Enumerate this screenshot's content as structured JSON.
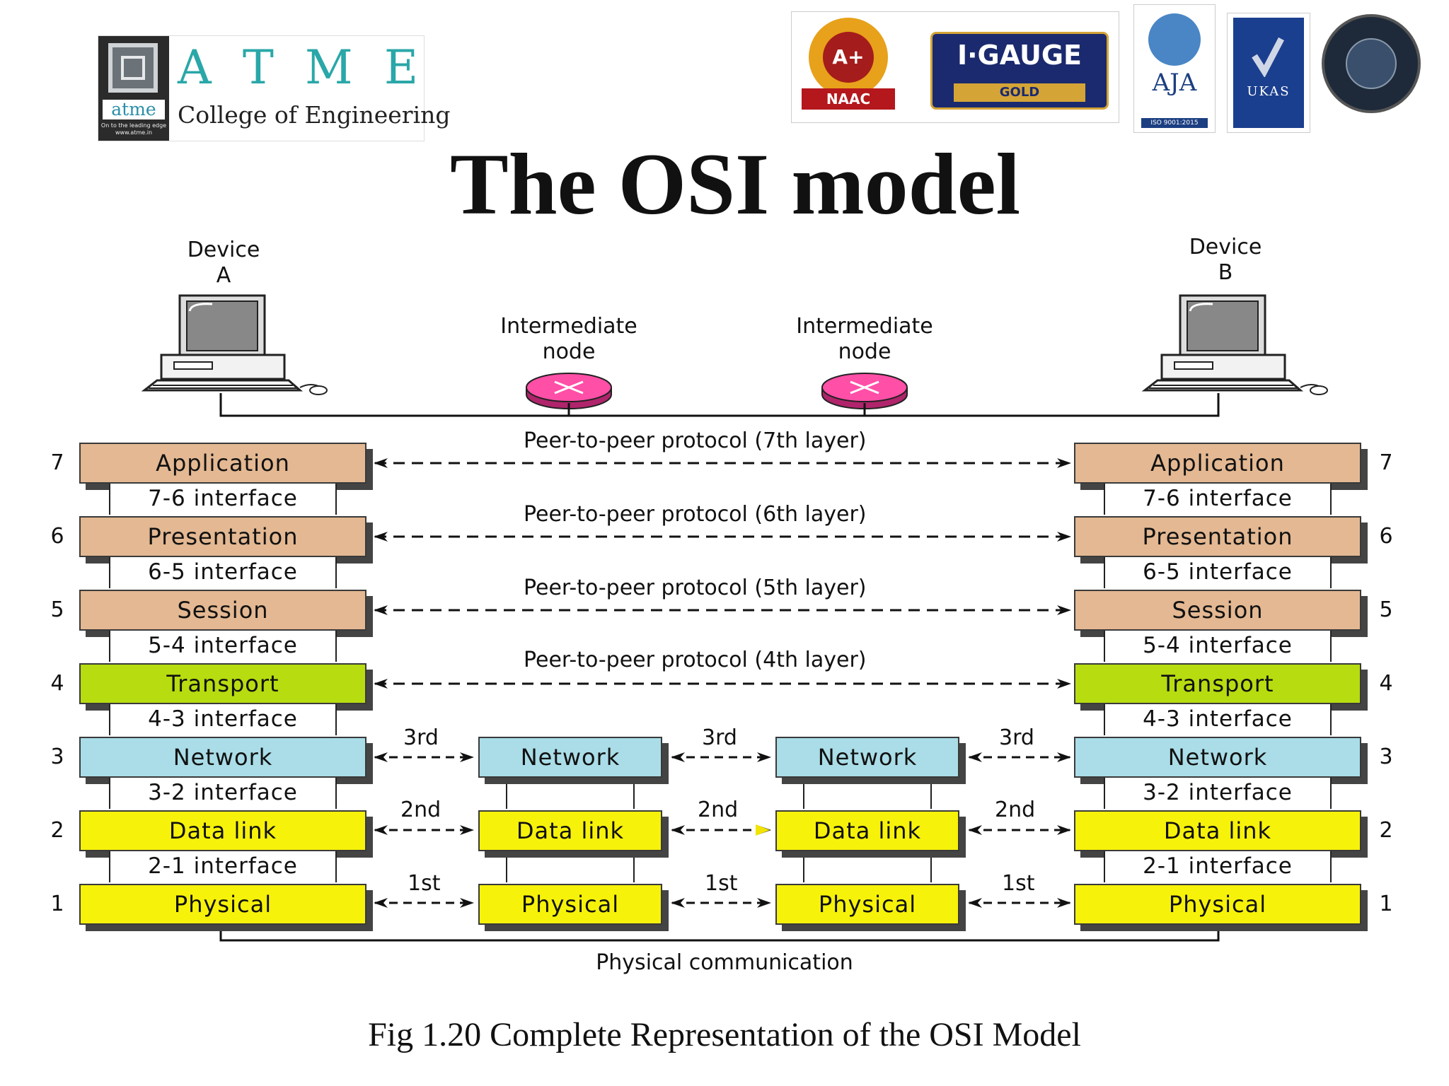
{
  "header": {
    "logo_letters": [
      "A",
      "T",
      "M",
      "E"
    ],
    "logo_subtitle": "College of Engineering",
    "logo_small_text": "atme",
    "logo_tagline": "On to the leading edge\nwww.atme.in",
    "badges": {
      "naac_grade": "A+",
      "naac_name": "NAAC",
      "qs_name": "I·GAUGE",
      "qs_level": "GOLD",
      "aja_name": "AJA",
      "aja_iso": "ISO 9001:2015",
      "ukas_name": "UKAS"
    }
  },
  "title": "The OSI model",
  "devices": {
    "a": {
      "line1": "Device",
      "line2": "A"
    },
    "b": {
      "line1": "Device",
      "line2": "B"
    }
  },
  "intermediate_nodes": [
    {
      "line1": "Intermediate",
      "line2": "node"
    },
    {
      "line1": "Intermediate",
      "line2": "node"
    }
  ],
  "layers": [
    {
      "number": "7",
      "name": "Application",
      "color": "#e3b892"
    },
    {
      "number": "6",
      "name": "Presentation",
      "color": "#e3b892"
    },
    {
      "number": "5",
      "name": "Session",
      "color": "#e3b892"
    },
    {
      "number": "4",
      "name": "Transport",
      "color": "#b7dc10"
    },
    {
      "number": "3",
      "name": "Network",
      "color": "#aadde8"
    },
    {
      "number": "2",
      "name": "Data link",
      "color": "#f7f20a"
    },
    {
      "number": "1",
      "name": "Physical",
      "color": "#f7f20a"
    }
  ],
  "interfaces": [
    "7-6 interface",
    "6-5 interface",
    "5-4 interface",
    "4-3 interface",
    "3-2 interface",
    "2-1 interface"
  ],
  "peer_protocols": [
    "Peer-to-peer protocol (7th layer)",
    "Peer-to-peer protocol (6th layer)",
    "Peer-to-peer protocol (5th layer)",
    "Peer-to-peer protocol (4th layer)"
  ],
  "hop_labels": {
    "network": "3rd",
    "datalink": "2nd",
    "physical": "1st"
  },
  "physical_communication": "Physical communication",
  "caption": "Fig 1.20 Complete Representation of the OSI Model"
}
